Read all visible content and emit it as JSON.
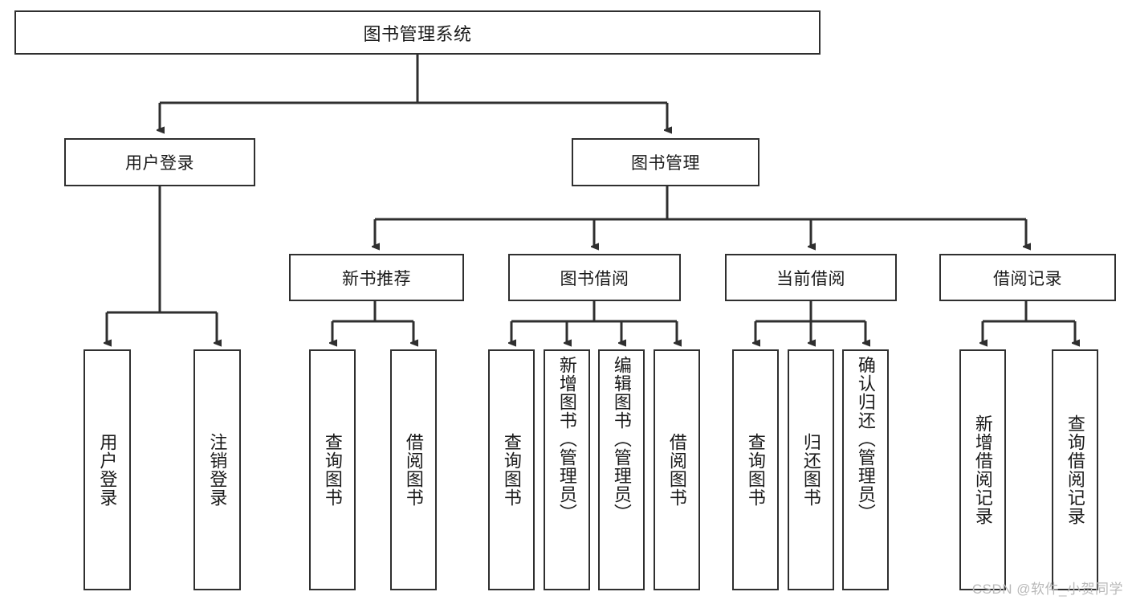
{
  "diagram": {
    "title": "图书管理系统",
    "type": "tree-hierarchy-functional-decomposition",
    "root": {
      "label": "图书管理系统"
    },
    "level2": [
      {
        "label": "用户登录"
      },
      {
        "label": "图书管理"
      }
    ],
    "level3": [
      {
        "label": "新书推荐"
      },
      {
        "label": "图书借阅"
      },
      {
        "label": "当前借阅"
      },
      {
        "label": "借阅记录"
      }
    ],
    "leaves": [
      {
        "label": "用户登录",
        "parent": "用户登录"
      },
      {
        "label": "注销登录",
        "parent": "用户登录"
      },
      {
        "label": "查询图书",
        "parent": "新书推荐"
      },
      {
        "label": "借阅图书",
        "parent": "新书推荐"
      },
      {
        "label": "查询图书",
        "parent": "图书借阅"
      },
      {
        "label": "新增图书（管理员）",
        "parent": "图书借阅"
      },
      {
        "label": "编辑图书（管理员）",
        "parent": "图书借阅"
      },
      {
        "label": "借阅图书",
        "parent": "图书借阅"
      },
      {
        "label": "查询图书",
        "parent": "当前借阅"
      },
      {
        "label": "归还图书",
        "parent": "当前借阅"
      },
      {
        "label": "确认归还（管理员）",
        "parent": "当前借阅"
      },
      {
        "label": "新增借阅记录",
        "parent": "借阅记录"
      },
      {
        "label": "查询借阅记录",
        "parent": "借阅记录"
      }
    ]
  },
  "watermark": {
    "text": "CSDN @软件_小贺同学"
  },
  "colors": {
    "background": "#ffffff",
    "box_fill": "#ffffff",
    "box_stroke": "#2f2f2f",
    "edge_stroke": "#2f2f2f",
    "text": "#1a1a1a",
    "watermark": "#b9b9b9"
  }
}
